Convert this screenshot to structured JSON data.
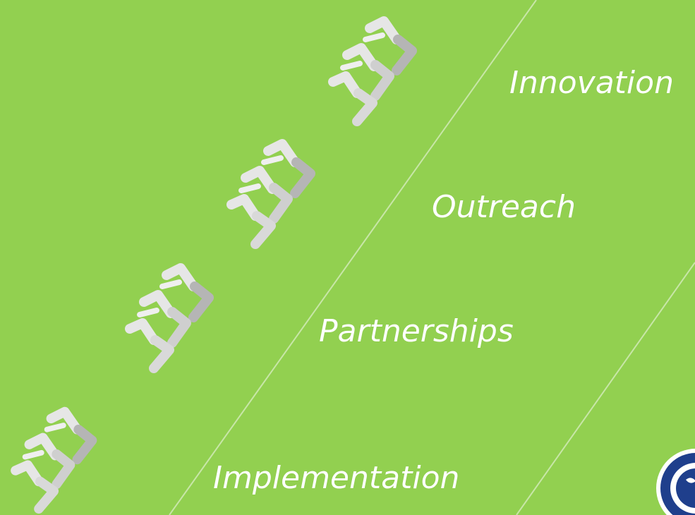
{
  "steps": [
    {
      "label": "Innovation"
    },
    {
      "label": "Outreach"
    },
    {
      "label": "Partnerships"
    },
    {
      "label": "Implementation"
    }
  ],
  "colors": {
    "background": "#92d050",
    "divider": "#c8e6a8",
    "arrow_light": "#e6e6e6",
    "arrow_mid": "#cfcfcf",
    "arrow_dark": "#b5b5b5",
    "logo_blue": "#1f3f8c"
  },
  "icons": [
    "chevron-arrow-cluster-icon",
    "organization-seal-logo"
  ]
}
